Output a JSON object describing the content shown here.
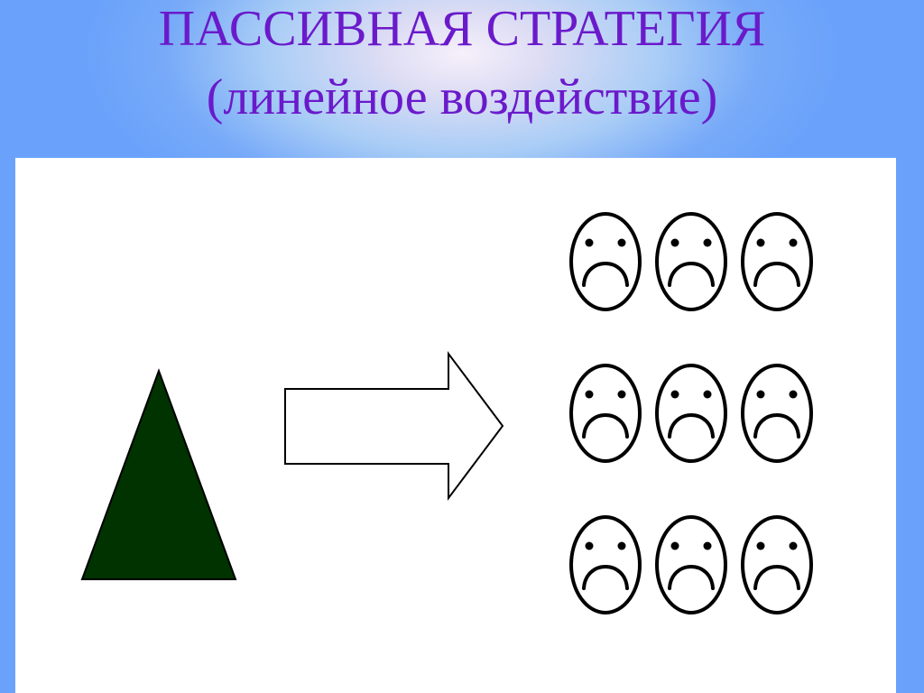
{
  "slide": {
    "title": "ПАССИВНАЯ СТРАТЕГИЯ",
    "subtitle": "(линейное воздействие)"
  },
  "colors": {
    "title_text": "#6a1acb",
    "triangle_fill": "#003300",
    "outline": "#000000",
    "panel_background": "#ffffff"
  },
  "diagram": {
    "source": {
      "shape": "triangle"
    },
    "connector": {
      "shape": "block-arrow",
      "direction": "right"
    },
    "targets": {
      "icon": "sad-face-icon",
      "rows": 3,
      "columns": 3
    }
  }
}
